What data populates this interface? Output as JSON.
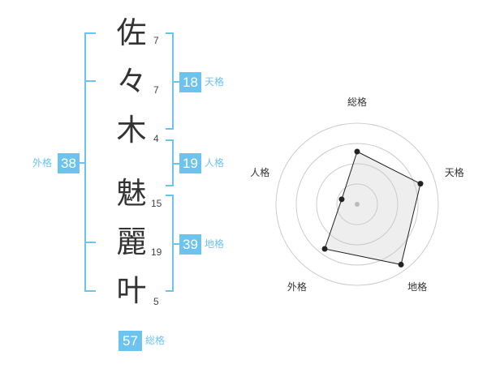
{
  "characters": [
    {
      "char": "佐",
      "strokes": "7"
    },
    {
      "char": "々",
      "strokes": "7"
    },
    {
      "char": "木",
      "strokes": "4"
    },
    {
      "char": "魅",
      "strokes": "15"
    },
    {
      "char": "麗",
      "strokes": "19"
    },
    {
      "char": "叶",
      "strokes": "5"
    }
  ],
  "scores": {
    "tenkaku": {
      "value": "18",
      "label": "天格"
    },
    "jinkaku": {
      "value": "19",
      "label": "人格"
    },
    "chikaku": {
      "value": "39",
      "label": "地格"
    },
    "gaikaku": {
      "value": "38",
      "label": "外格"
    },
    "soukaku": {
      "value": "57",
      "label": "総格"
    }
  },
  "colors": {
    "accent": "#6cc3ee",
    "text": "#333333"
  },
  "chart_data": {
    "type": "radar",
    "axes": [
      "総格",
      "天格",
      "地格",
      "外格",
      "人格"
    ],
    "values": [
      0.65,
      0.82,
      0.92,
      0.68,
      0.2
    ],
    "max": 1,
    "rings": 4
  }
}
